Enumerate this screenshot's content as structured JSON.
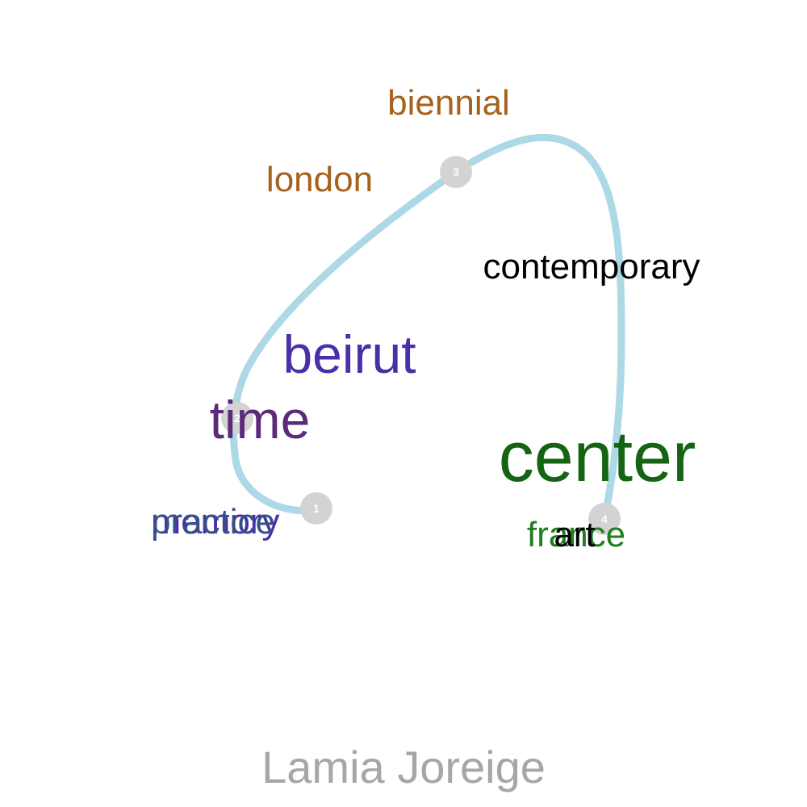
{
  "author": "Lamia Joreige",
  "path_color": "#add8e6",
  "node_color": "#d3d3d3",
  "nodes": [
    "1",
    "2",
    "3",
    "4"
  ],
  "words": [
    {
      "text": "biennial",
      "color": "#a6611a"
    },
    {
      "text": "london",
      "color": "#a6611a"
    },
    {
      "text": "contemporary",
      "color": "#000000"
    },
    {
      "text": "beirut",
      "color": "#4a2fa8"
    },
    {
      "text": "time",
      "color": "#5b2a7a"
    },
    {
      "text": "center",
      "color": "#146414"
    },
    {
      "text": "memory",
      "color": "#4a2fa8"
    },
    {
      "text": "practice",
      "color": "#34508c"
    },
    {
      "text": "france",
      "color": "#1f7f1f"
    },
    {
      "text": "art",
      "color": "#000000"
    }
  ]
}
